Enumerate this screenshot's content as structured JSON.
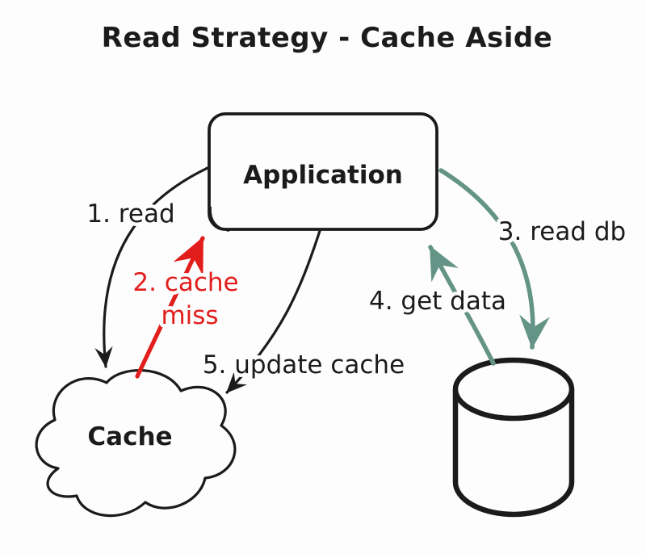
{
  "title": "Read Strategy - Cache Aside",
  "nodes": {
    "application": {
      "label": "Application"
    },
    "cache": {
      "label": "Cache"
    },
    "database": {
      "icon": "database-cylinder-icon"
    }
  },
  "arrows": {
    "read": {
      "label": "1. read"
    },
    "cache_miss": {
      "label_line1": "2. cache",
      "label_line2": "miss"
    },
    "read_db": {
      "label": "3. read db"
    },
    "get_data": {
      "label": "4. get data"
    },
    "update_cache": {
      "label": "5. update cache"
    }
  },
  "colors": {
    "ink": "#1b1b1b",
    "red": "#e11e1c",
    "teal": "#649486",
    "background": "#fdfdfd"
  }
}
